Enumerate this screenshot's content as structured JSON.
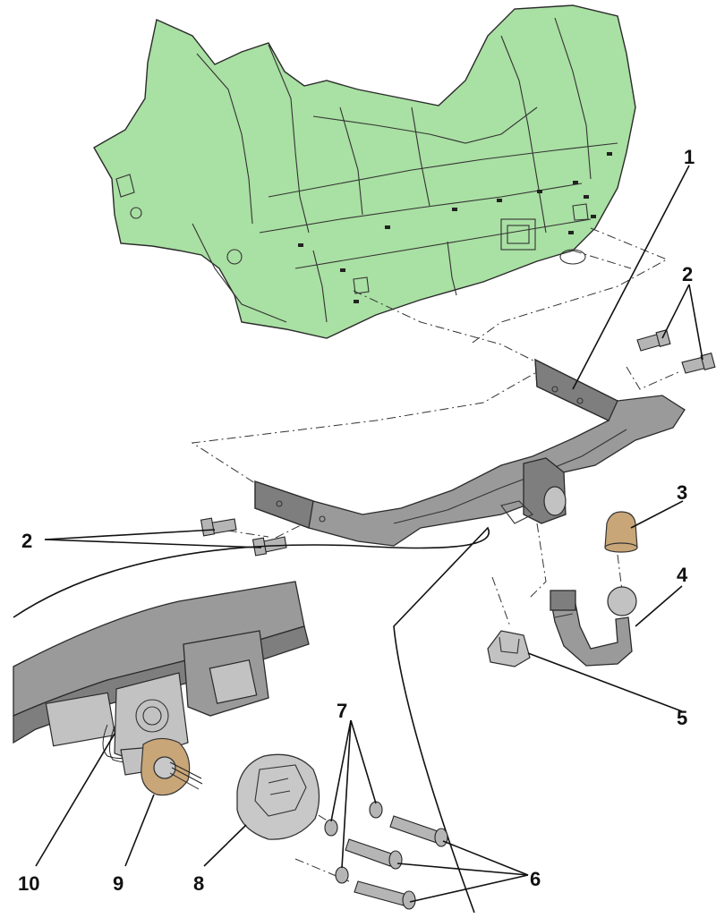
{
  "callouts": [
    {
      "id": "1",
      "text": "1"
    },
    {
      "id": "2a",
      "text": "2"
    },
    {
      "id": "2b",
      "text": "2"
    },
    {
      "id": "3",
      "text": "3"
    },
    {
      "id": "4",
      "text": "4"
    },
    {
      "id": "5",
      "text": "5"
    },
    {
      "id": "6",
      "text": "6"
    },
    {
      "id": "7",
      "text": "7"
    },
    {
      "id": "8",
      "text": "8"
    },
    {
      "id": "9",
      "text": "9"
    },
    {
      "id": "10",
      "text": "10"
    }
  ],
  "colors": {
    "body_panel": "#a9e0a3",
    "steel": "#9a9a9a",
    "ball_cap": "#c9a678",
    "line": "#111111"
  }
}
